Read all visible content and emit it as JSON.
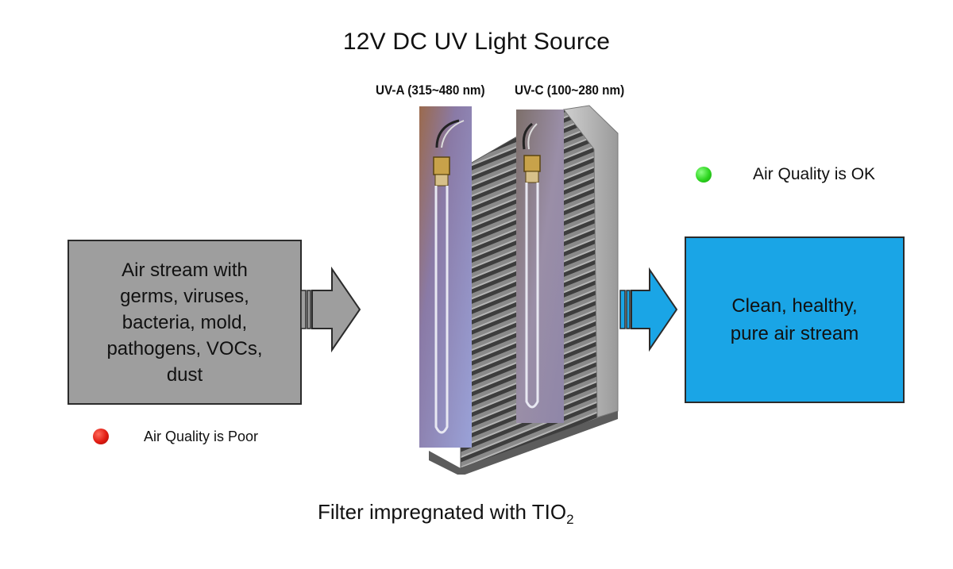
{
  "title": "12V DC UV Light Source",
  "uv_lamps": [
    {
      "label": "UV-A (315~480 nm)"
    },
    {
      "label": "UV-C (100~280 nm)"
    }
  ],
  "input": {
    "lines": [
      "Air stream with",
      "germs, viruses,",
      "bacteria, mold,",
      "pathogens, VOCs,",
      "dust"
    ],
    "status": "Air Quality is Poor",
    "status_color": "#e01b12",
    "box_color": "#9e9e9e"
  },
  "output": {
    "lines": [
      "Clean, healthy,",
      "pure air stream"
    ],
    "status": "Air Quality is OK",
    "status_color": "#2dd51f",
    "box_color": "#1aa5e6"
  },
  "filter": {
    "caption_main": "Filter impregnated with TIO",
    "caption_sub": "2"
  },
  "icons": {
    "input_arrow": "right-arrow-icon",
    "output_arrow": "right-arrow-icon"
  }
}
